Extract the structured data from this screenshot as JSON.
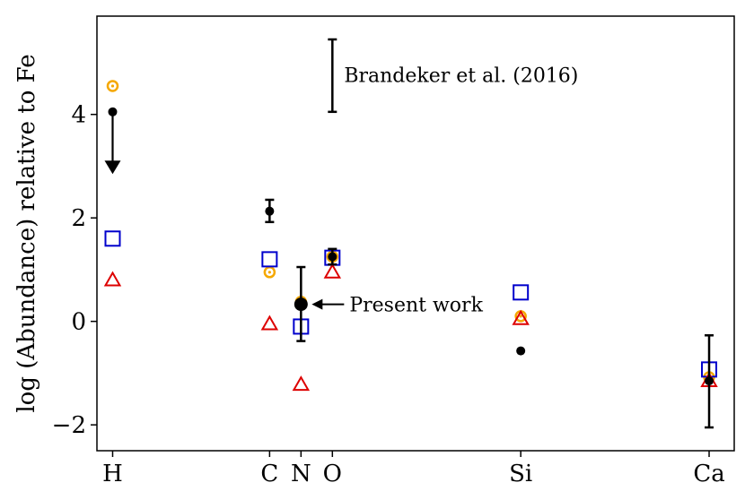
{
  "chart_data": {
    "type": "scatter",
    "title": "",
    "xlabel": "",
    "ylabel": "log (Abundance) relative to Fe",
    "ylim": [
      -2.5,
      5.9
    ],
    "yticks": [
      -2,
      0,
      2,
      4
    ],
    "ytick_labels": [
      "−2",
      "0",
      "2",
      "4"
    ],
    "xlim": [
      0.5,
      20.8
    ],
    "elements": [
      {
        "label": "H",
        "z": 1
      },
      {
        "label": "C",
        "z": 6
      },
      {
        "label": "N",
        "z": 7
      },
      {
        "label": "O",
        "z": 8
      },
      {
        "label": "Si",
        "z": 14
      },
      {
        "label": "Ca",
        "z": 20
      }
    ],
    "series": [
      {
        "marker": "circle-dot",
        "color": "#f5a800",
        "points": [
          {
            "x": 1,
            "y": 4.55
          },
          {
            "x": 6,
            "y": 0.95
          },
          {
            "x": 7,
            "y": 0.38
          },
          {
            "x": 8,
            "y": 1.25
          },
          {
            "x": 14,
            "y": 0.1
          },
          {
            "x": 20,
            "y": -1.08
          }
        ]
      },
      {
        "marker": "square",
        "color": "#0000cc",
        "points": [
          {
            "x": 1,
            "y": 1.6
          },
          {
            "x": 6,
            "y": 1.2
          },
          {
            "x": 7,
            "y": -0.1
          },
          {
            "x": 8,
            "y": 1.23
          },
          {
            "x": 14,
            "y": 0.56
          },
          {
            "x": 20,
            "y": -0.93
          }
        ]
      },
      {
        "marker": "triangle",
        "color": "#dd0000",
        "points": [
          {
            "x": 1,
            "y": 0.8
          },
          {
            "x": 6,
            "y": -0.05
          },
          {
            "x": 7,
            "y": -1.22
          },
          {
            "x": 8,
            "y": 0.95
          },
          {
            "x": 14,
            "y": 0.05
          },
          {
            "x": 20,
            "y": -1.15
          }
        ]
      },
      {
        "marker": "dot",
        "color": "#000000",
        "points": [
          {
            "x": 1,
            "y": 4.05,
            "upper_limit_to": 2.9
          },
          {
            "x": 6,
            "y": 2.13,
            "yerr": [
              1.92,
              2.35
            ]
          },
          {
            "x": 8,
            "y": 1.25,
            "yerr": [
              1.1,
              1.4
            ]
          },
          {
            "x": 14,
            "y": -0.57
          },
          {
            "x": 20,
            "y": -1.15,
            "yerr": [
              -2.05,
              -0.27
            ]
          }
        ]
      },
      {
        "marker": "dot-large",
        "color": "#000000",
        "points": [
          {
            "x": 7,
            "y": 0.33,
            "yerr": [
              -0.38,
              1.05
            ]
          }
        ]
      }
    ],
    "annotations": {
      "brandeker": {
        "text": "Brandeker et al. (2016)",
        "x": 8,
        "y_range": [
          4.05,
          5.45
        ]
      },
      "present": {
        "text": "Present work",
        "target_x": 7,
        "target_y": 0.33
      }
    }
  }
}
